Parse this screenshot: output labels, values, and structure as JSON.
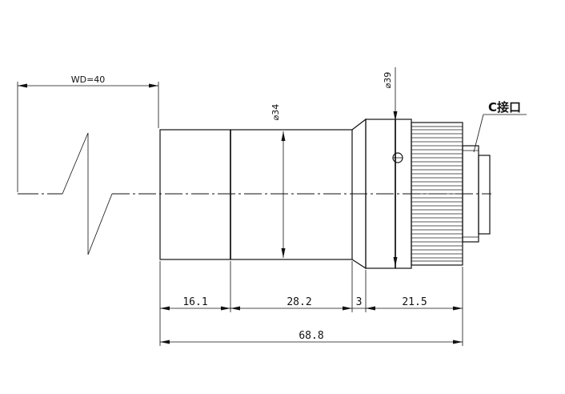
{
  "labels": {
    "working_distance": "WD=40",
    "dia_34": "⌀34",
    "dia_39": "⌀39",
    "mount": "C接口"
  },
  "dimensions": {
    "seg_1": "16.1",
    "seg_2": "28.2",
    "seg_3": "3",
    "seg_4": "21.5",
    "total": "68.8"
  }
}
